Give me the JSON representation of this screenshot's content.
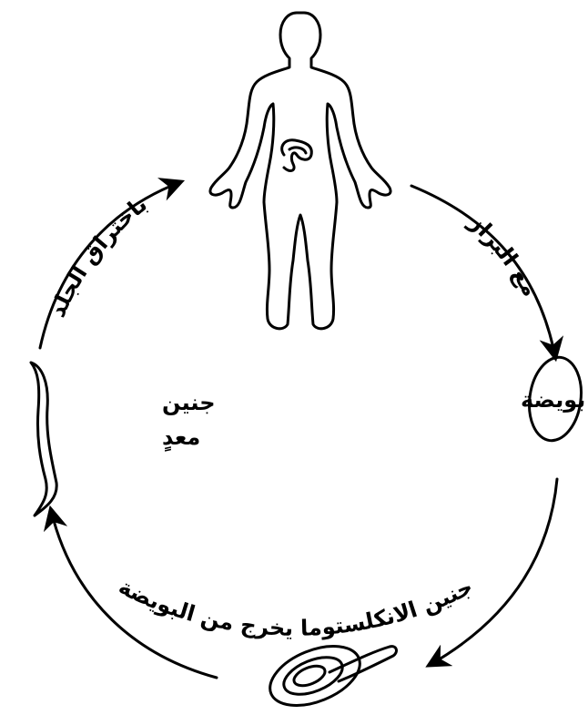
{
  "labels": {
    "with_feces": "مع البراز",
    "egg": "بويضة",
    "larva_hatches": "جنين الانكلستوما يخرج من البويضة",
    "infective_larva_line1": "جنين",
    "infective_larva_line2": "معدٍ",
    "skin_penetration": "باختراق الجلد"
  },
  "colors": {
    "ink": "#000000",
    "background": "#ffffff"
  }
}
